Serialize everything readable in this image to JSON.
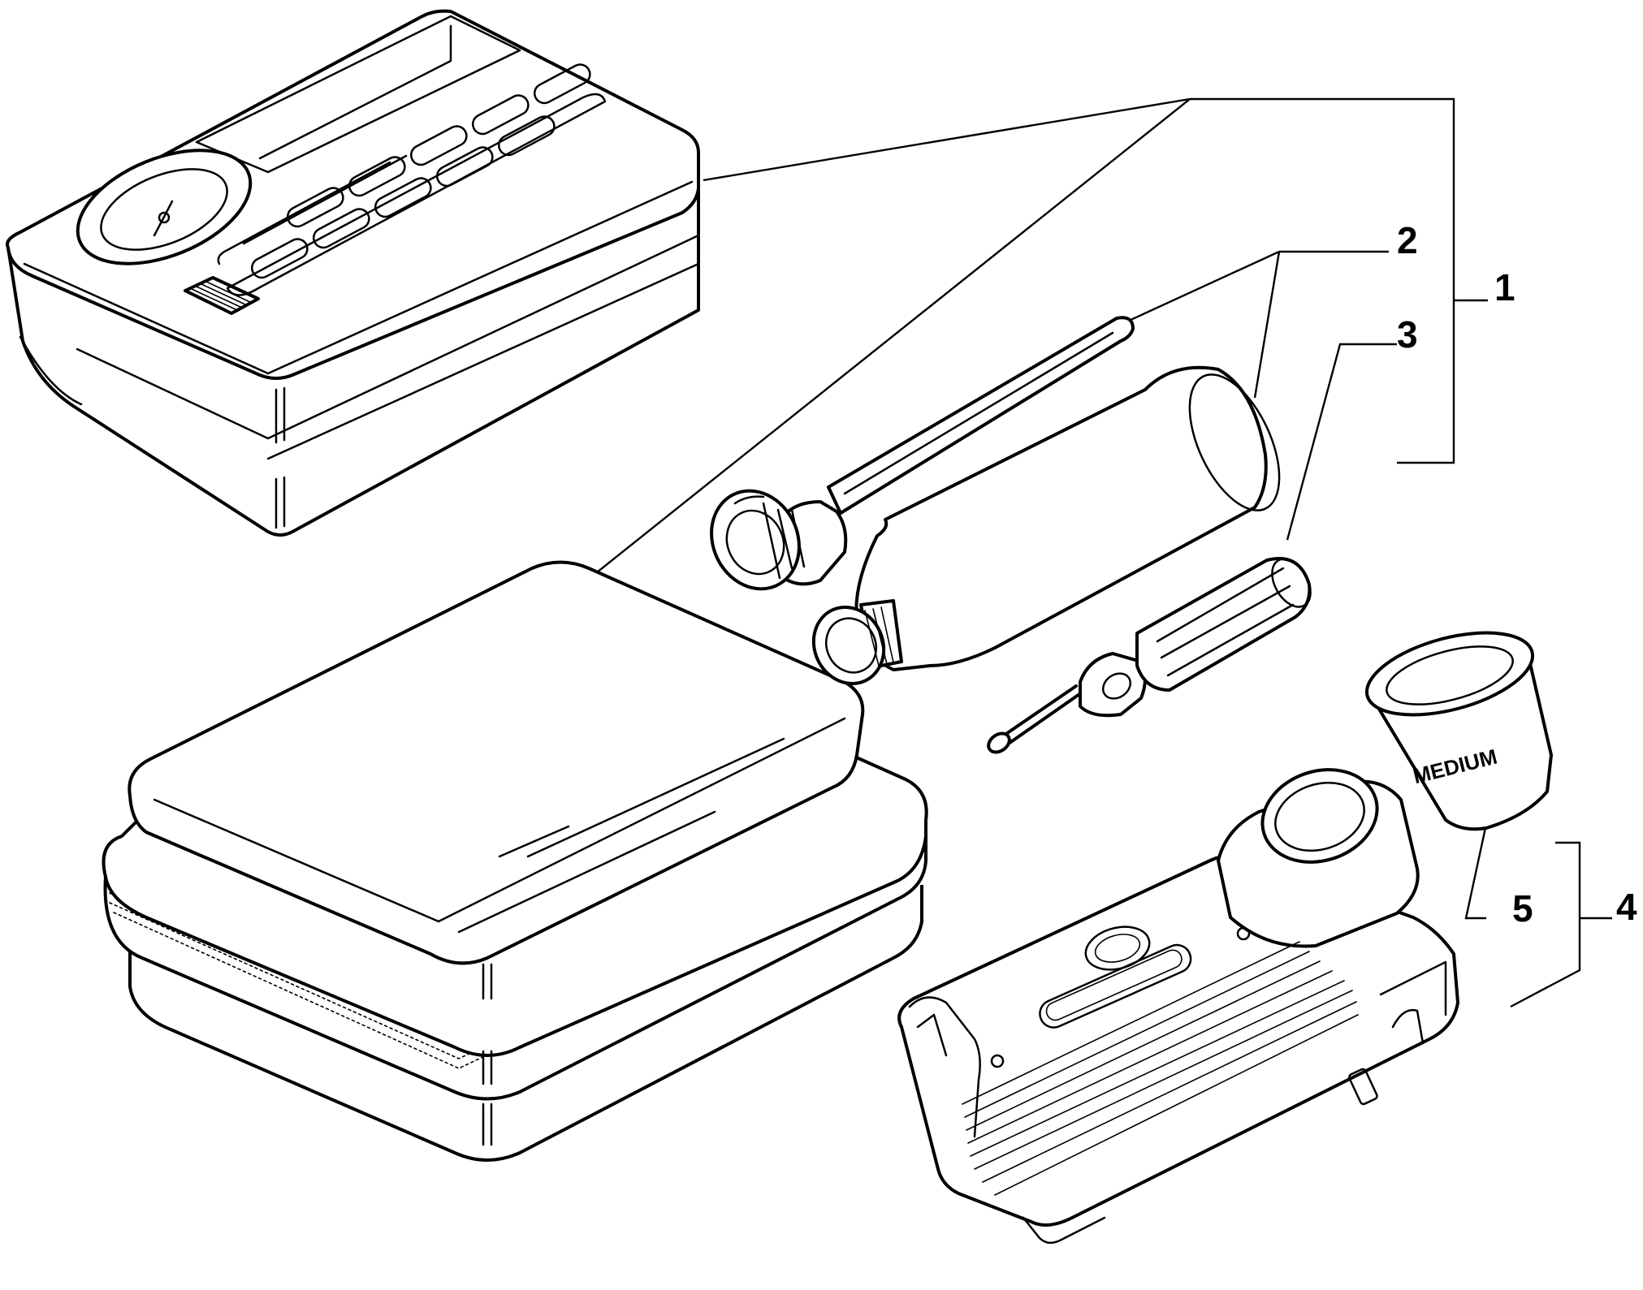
{
  "callouts": {
    "c1": "1",
    "c2": "2",
    "c3": "3",
    "c4": "4",
    "c5": "5"
  },
  "labels": {
    "cartridge_text": "MEDIUM"
  }
}
